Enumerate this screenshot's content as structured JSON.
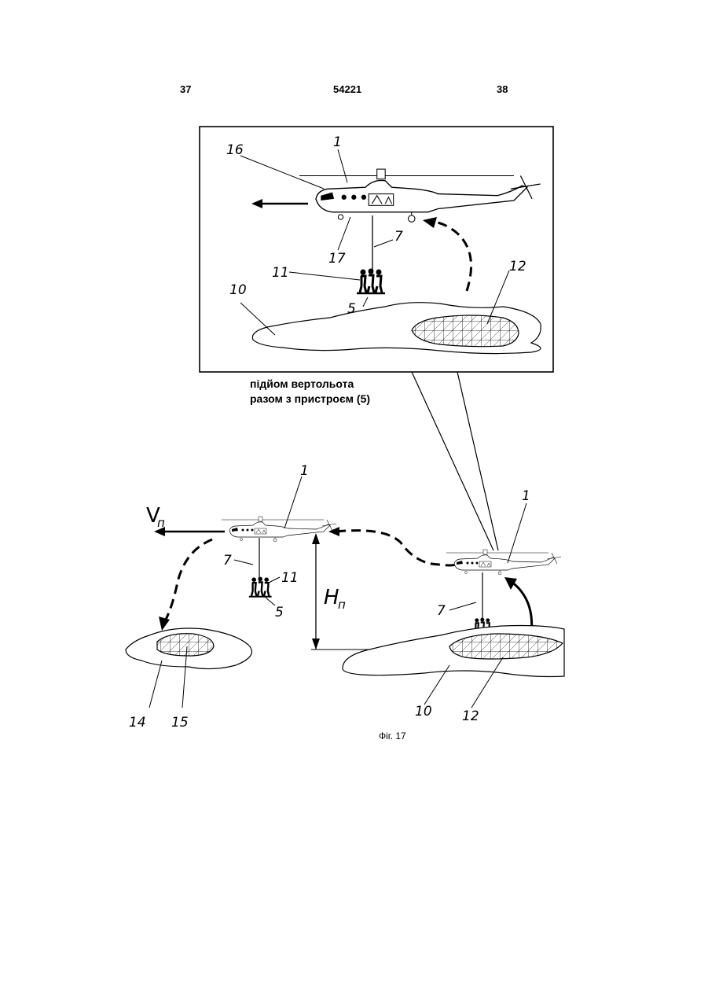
{
  "header": {
    "left_page": "37",
    "patent_number": "54221",
    "right_page": "38"
  },
  "inset": {
    "caption_line1": "підйом вертольота",
    "caption_line2": "разом з пристроєм (5)"
  },
  "labels": {
    "inset": {
      "heli": "1",
      "nose": "16",
      "door": "17",
      "cable": "7",
      "people": "11",
      "device": "5",
      "water": "10",
      "oil": "12"
    },
    "left": {
      "heli": "1",
      "speed": "V",
      "speed_sub": "п",
      "cable": "7",
      "people": "11",
      "device": "5",
      "water": "14",
      "oil": "15"
    },
    "right": {
      "heli": "1",
      "height": "H",
      "height_sub": "п",
      "cable": "7",
      "water": "10",
      "oil": "12"
    }
  },
  "figure_caption": "Фіг. 17"
}
